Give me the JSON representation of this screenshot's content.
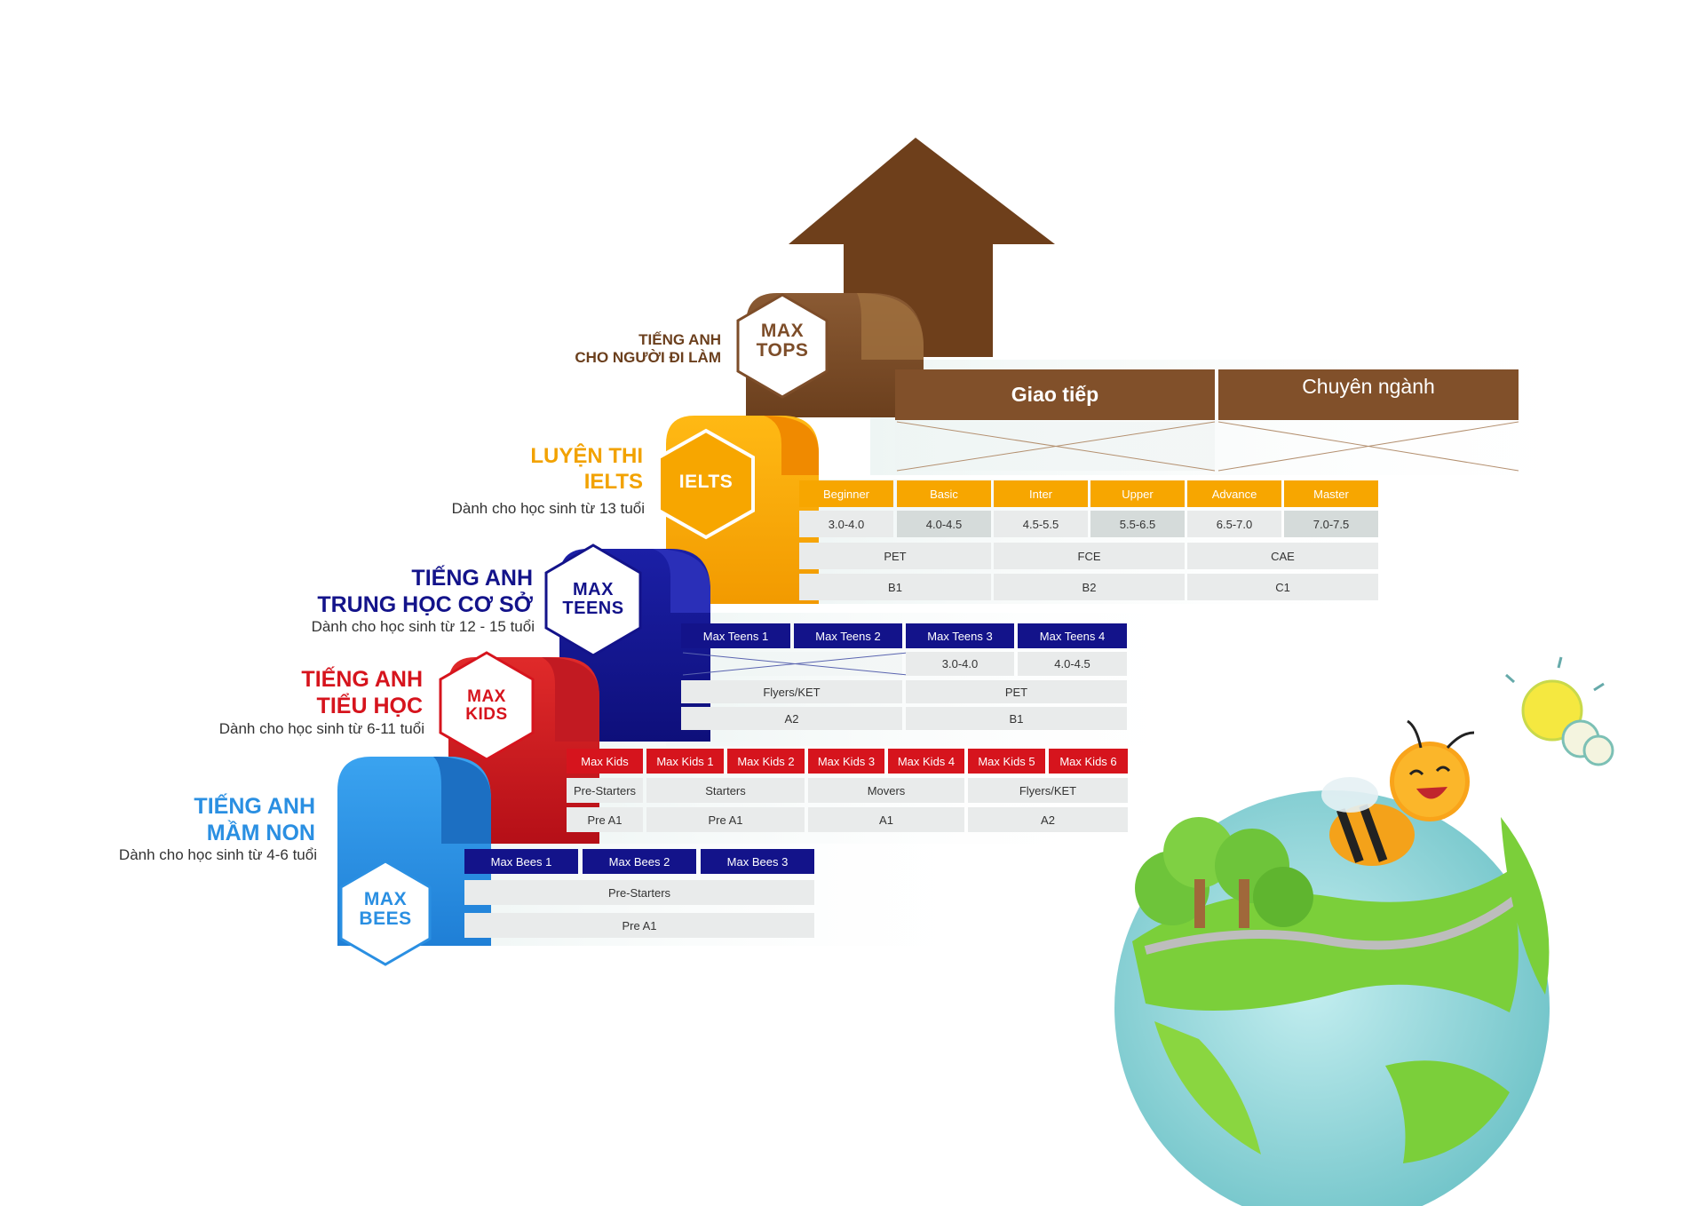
{
  "colors": {
    "tops": "#7d4d29",
    "ielts": "#f7a600",
    "teens": "#13138a",
    "kids": "#d6141d",
    "bees": "#2a8fe2",
    "table_gray": "#e9ebeb",
    "arrow": "#6e3f1b"
  },
  "levels": {
    "tops": {
      "badge": [
        "MAX",
        "TOPS"
      ],
      "title": [
        "TIẾNG ANH",
        "CHO NGƯỜI ĐI LÀM"
      ]
    },
    "ielts": {
      "badge": [
        "IELTS"
      ],
      "title": [
        "LUYỆN THI",
        "IELTS"
      ],
      "subtitle": "Dành cho học sinh từ 13 tuổi"
    },
    "teens": {
      "badge": [
        "MAX",
        "TEENS"
      ],
      "title": [
        "TIẾNG ANH",
        "TRUNG HỌC CƠ SỞ"
      ],
      "subtitle": "Dành cho học sinh từ 12 - 15 tuổi"
    },
    "kids": {
      "badge": [
        "MAX",
        "KIDS"
      ],
      "title": [
        "TIẾNG ANH",
        "TIỂU HỌC"
      ],
      "subtitle": "Dành cho học sinh từ 6-11 tuổi"
    },
    "bees": {
      "badge": [
        "MAX",
        "BEES"
      ],
      "title": [
        "TIẾNG ANH",
        "MẦM NON"
      ],
      "subtitle": "Dành cho học sinh từ 4-6 tuổi"
    }
  },
  "tables": {
    "tops": {
      "headers": [
        "Giao tiếp",
        "Chuyên ngành"
      ]
    },
    "ielts": {
      "headers": [
        "Beginner",
        "Basic",
        "Inter",
        "Upper",
        "Advance",
        "Master"
      ],
      "bands": [
        "3.0-4.0",
        "4.0-4.5",
        "4.5-5.5",
        "5.5-6.5",
        "6.5-7.0",
        "7.0-7.5"
      ],
      "exams": [
        "PET",
        "FCE",
        "CAE"
      ],
      "cefr": [
        "B1",
        "B2",
        "C1"
      ]
    },
    "teens": {
      "headers": [
        "Max Teens 1",
        "Max Teens 2",
        "Max Teens 3",
        "Max Teens 4"
      ],
      "bands": [
        "3.0-4.0",
        "4.0-4.5"
      ],
      "exams": [
        "Flyers/KET",
        "PET"
      ],
      "cefr": [
        "A2",
        "B1"
      ]
    },
    "kids": {
      "headers": [
        "Max Kids",
        "Max Kids 1",
        "Max Kids 2",
        "Max Kids 3",
        "Max Kids 4",
        "Max Kids 5",
        "Max Kids 6"
      ],
      "exams": [
        "Pre-Starters",
        "Starters",
        "Movers",
        "Flyers/KET"
      ],
      "cefr": [
        "Pre A1",
        "Pre A1",
        "A1",
        "A2"
      ]
    },
    "bees": {
      "headers": [
        "Max Bees 1",
        "Max Bees 2",
        "Max Bees 3"
      ],
      "exams": [
        "Pre-Starters"
      ],
      "cefr": [
        "Pre A1"
      ]
    }
  },
  "illustration": {
    "icons": [
      "bee-mascot-icon",
      "globe-icon",
      "sun-cloud-icon",
      "tree-icon"
    ]
  }
}
